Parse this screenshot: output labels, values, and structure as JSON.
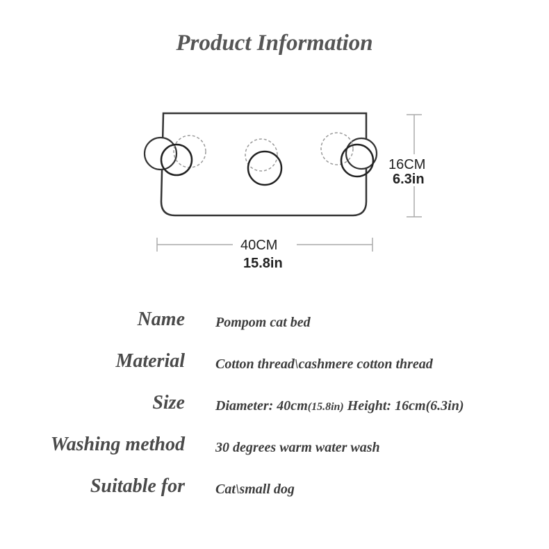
{
  "title": "Product Information",
  "diagram": {
    "height_cm": "16CM",
    "height_in": "6.3in",
    "width_cm": "40CM",
    "width_in": "15.8in"
  },
  "specs": {
    "name": {
      "label": "Name",
      "value": "Pompom cat bed"
    },
    "material": {
      "label": "Material",
      "value": "Cotton thread\\cashmere cotton thread"
    },
    "size": {
      "label": "Size",
      "value_a": "Diameter: 40cm",
      "value_b": "(15.8in)",
      "value_c": " Height: 16cm(6.3in)"
    },
    "washing": {
      "label": "Washing method",
      "value": "30 degrees warm water wash"
    },
    "suitable": {
      "label": "Suitable for",
      "value": "Cat\\small dog"
    }
  }
}
